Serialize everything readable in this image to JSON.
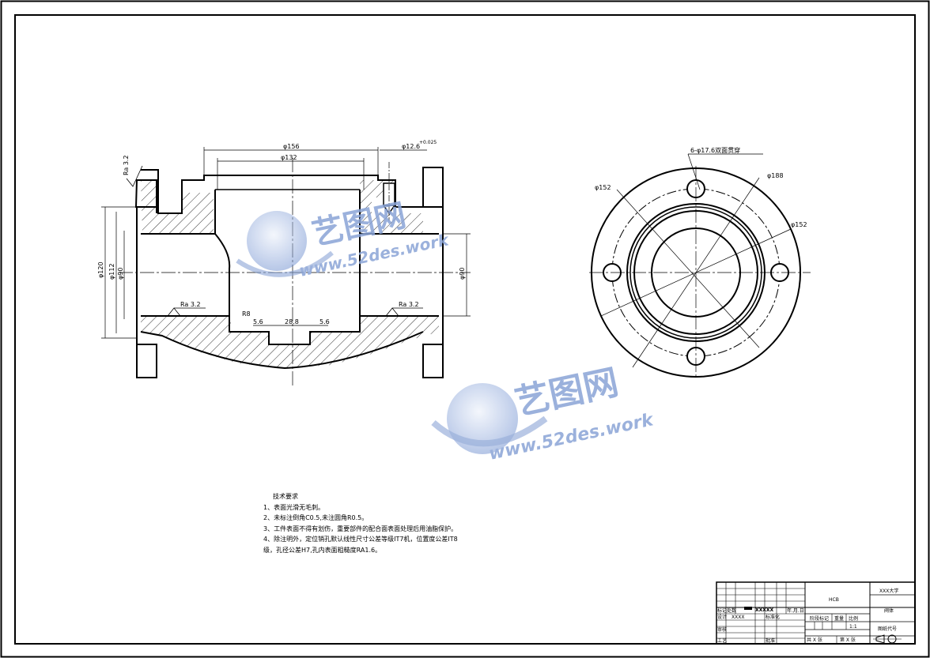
{
  "dims": {
    "d156": "φ156",
    "d132": "φ132",
    "d12_6": "φ12.6",
    "d12_6_tol": "+0.025",
    "ra_top": "Ra 3.2",
    "ra_left": "Ra 3.2",
    "ra_right": "Ra 3.2",
    "d120": "φ120",
    "d112": "φ112",
    "d90_left": "φ90",
    "d90_right": "φ90",
    "r8": "R8",
    "w5_6a": "5.6",
    "w28_8": "28.8",
    "w5_6b": "5.6",
    "holes": "6-φ17.6双面贯穿",
    "d188": "φ188",
    "d152a": "φ152",
    "d152b": "φ152"
  },
  "notes": {
    "title": "技术要求",
    "items": [
      "1、表面光滑无毛刺。",
      "2、未标注倒角C0.5,未注圆角R0.5。",
      "3、工件表面不得有划伤，重要部件的配合面表面处理后用油脂保护。",
      "4、除注明外，定位销孔默认线性尺寸公差等级IT7机，位置度公差IT8",
      "级，孔径公差H7,孔内表面粗糙度RA1.6。"
    ]
  },
  "title_block": {
    "material": "HCB",
    "school": "XXX大学",
    "part": "阀体",
    "drawing_no": "图纸代号",
    "stage_mark": "阶段标记",
    "weight": "重量",
    "scale_label": "比例",
    "scale": "1:1",
    "sheets_total": "共 X 张",
    "sheet_n": "第 X 张",
    "row_mark": "标记",
    "row_count": "处数",
    "row_date": "年.月.日",
    "row_design": "设计",
    "designer": "XXXX",
    "std": "标准化",
    "review": "审核",
    "craft": "工艺",
    "approve": "批准"
  },
  "watermark": {
    "brand": "艺图网",
    "url": "www.52des.work"
  }
}
